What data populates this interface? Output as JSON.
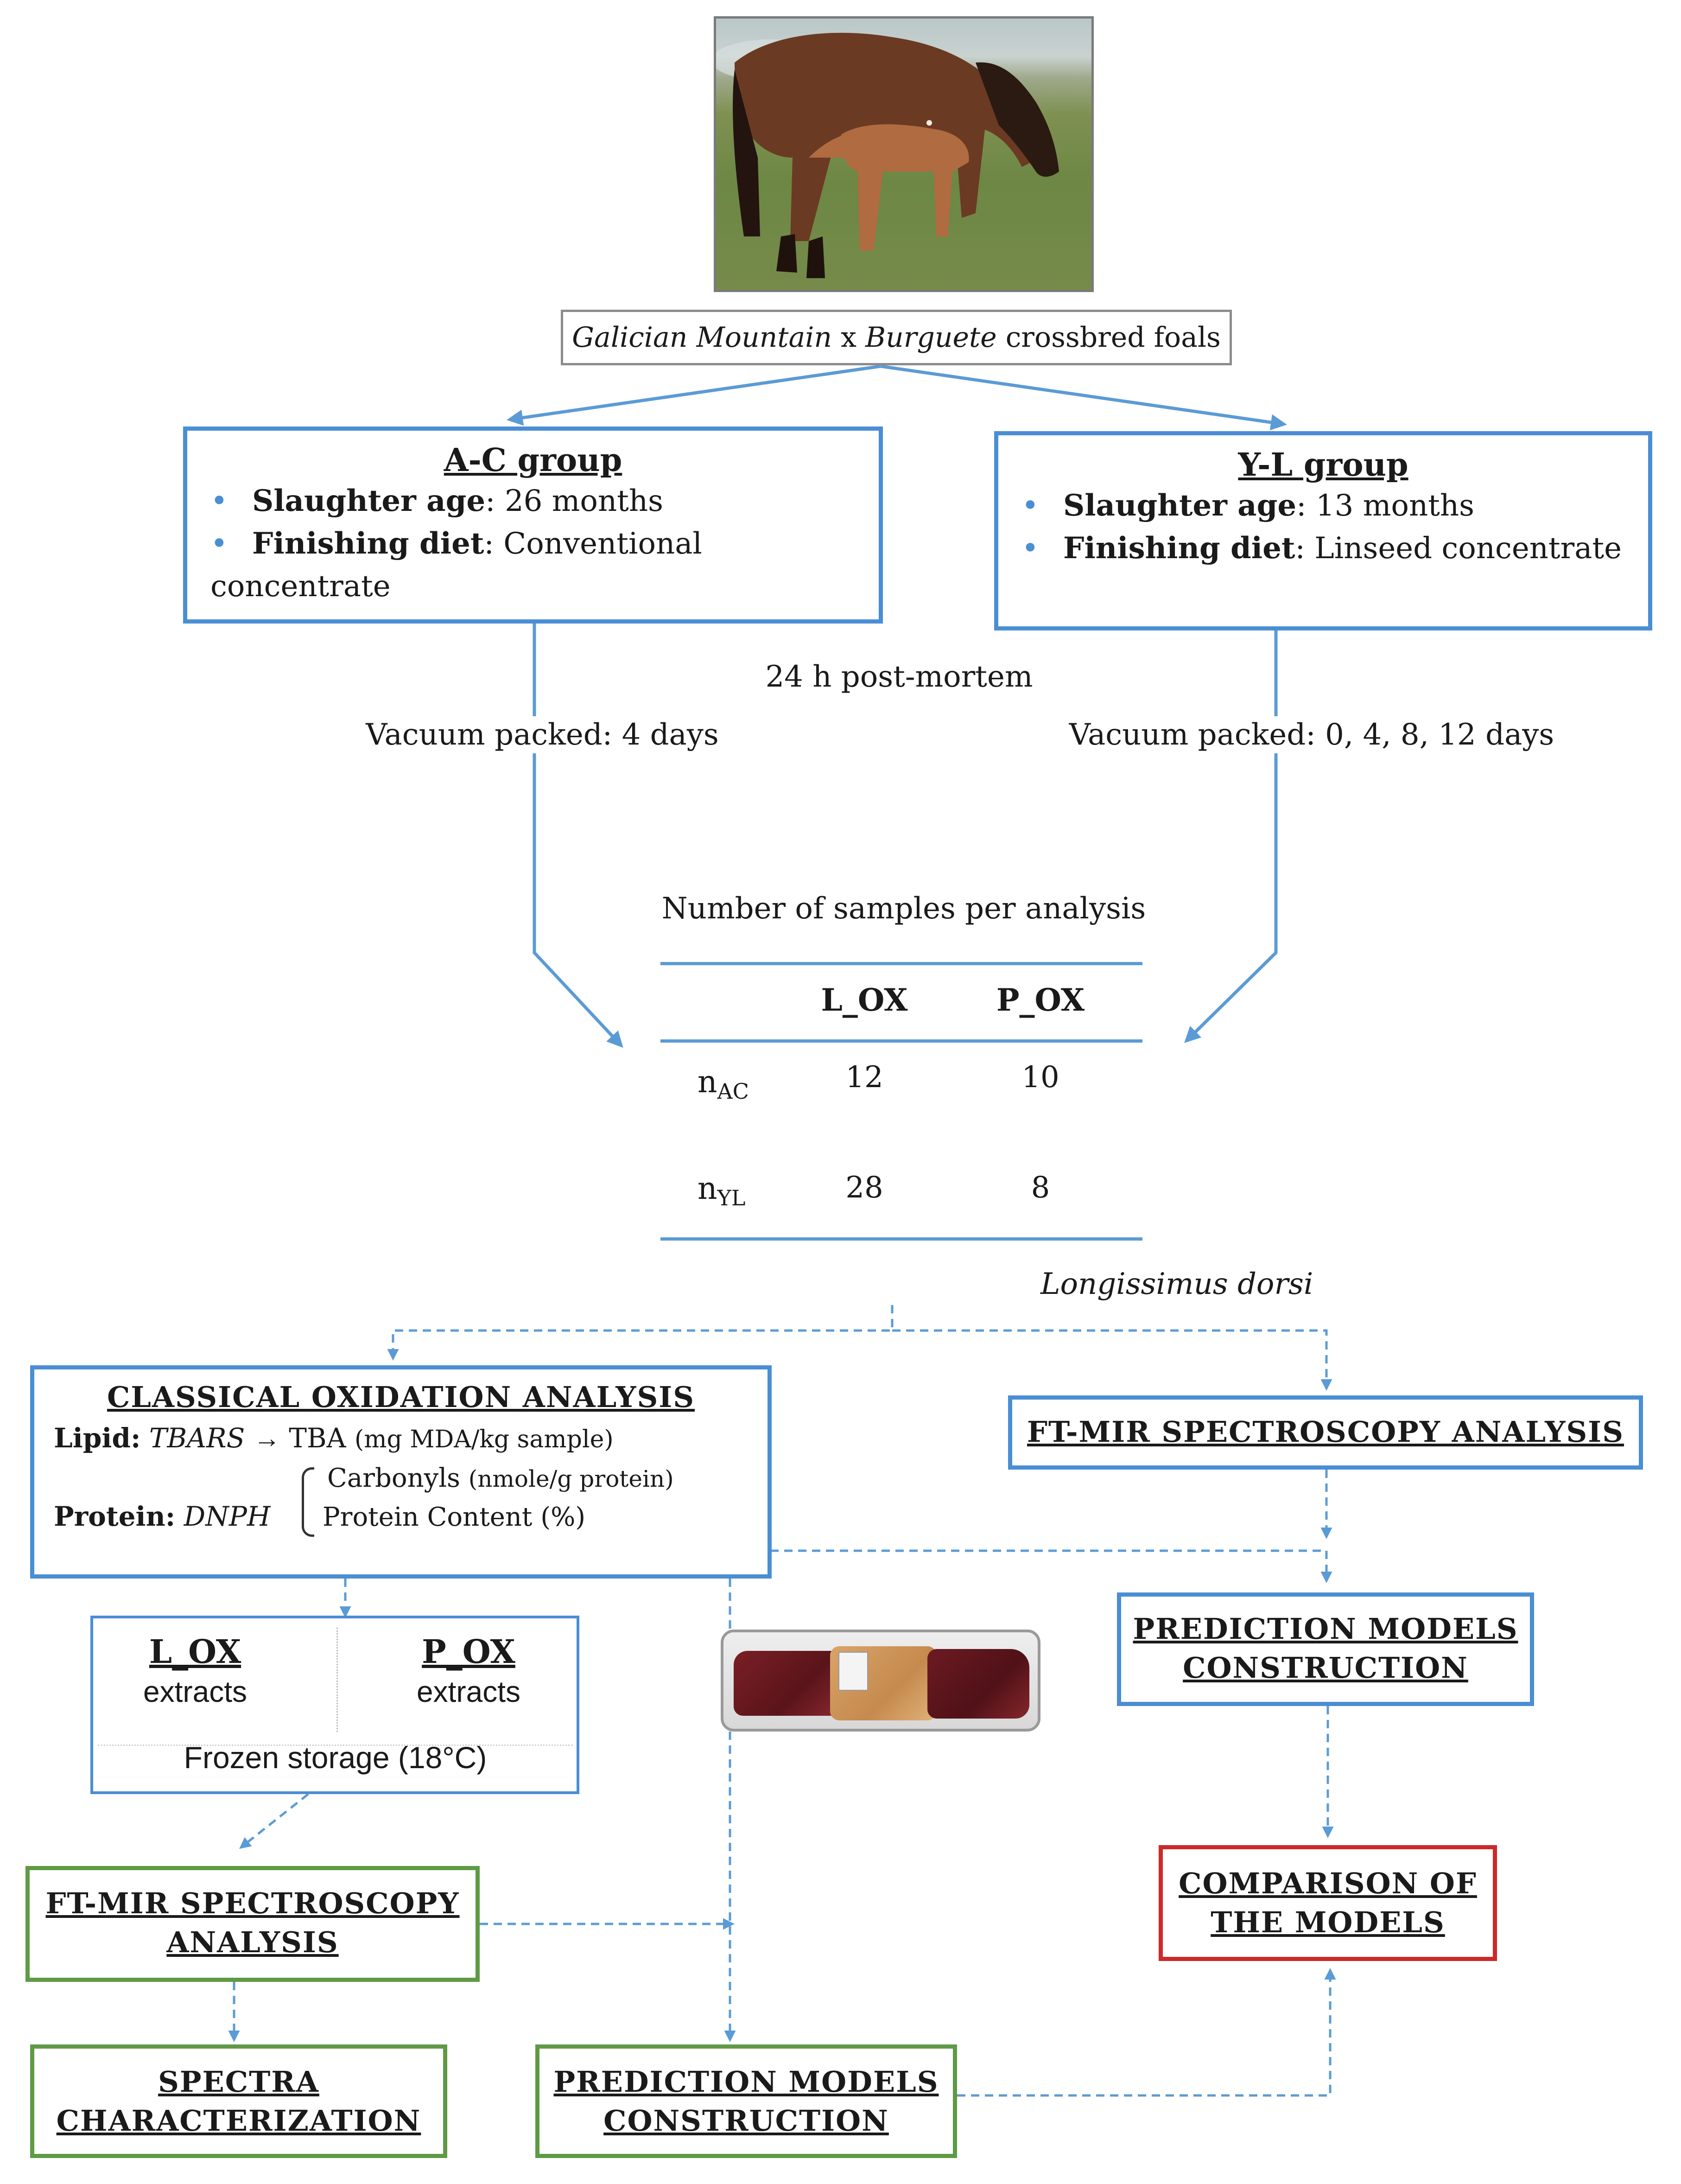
{
  "header": {
    "photo_icon": "mare-and-foal-photo",
    "breed_italic_a": "Galician Mountain",
    "breed_x": " x ",
    "breed_italic_b": "Burguete",
    "breed_rest": " crossbred foals"
  },
  "groups": {
    "ac": {
      "title": "A-C group",
      "age_label": "Slaughter age",
      "age_value": ": 26 months",
      "diet_label": "Finishing diet",
      "diet_value": ": Conventional concentrate",
      "vacuum": "Vacuum packed: 4 days"
    },
    "yl": {
      "title": "Y-L group",
      "age_label": "Slaughter age",
      "age_value": ": 13 months",
      "diet_label": "Finishing diet",
      "diet_value": ": Linseed concentrate",
      "vacuum": "Vacuum packed: 0, 4, 8, 12 days"
    },
    "postmortem": "24 h post-mortem"
  },
  "samples_table": {
    "title": "Number of samples per analysis",
    "headers": [
      "L_OX",
      "P_OX"
    ],
    "rows": [
      {
        "label_main": "n",
        "label_sub": "AC",
        "values": [
          "12",
          "10"
        ]
      },
      {
        "label_main": "n",
        "label_sub": "YL",
        "values": [
          "28",
          "8"
        ]
      }
    ]
  },
  "muscle": "Longissimus dorsi",
  "classical": {
    "title": "CLASSICAL OXIDATION ANALYSIS",
    "lipid_label": "Lipid:",
    "lipid_method": "TBARS",
    "lipid_arrow": "→",
    "lipid_result": "TBA",
    "lipid_unit": "(mg MDA/kg sample)",
    "protein_label": "Protein:",
    "protein_method": "DNPH",
    "protein_item1": "Carbonyls",
    "protein_item1_unit": "(nmole/g protein)",
    "protein_item2": "Protein Content (%)"
  },
  "extracts": {
    "l_title": "L_OX",
    "l_sub": "extracts",
    "p_title": "P_OX",
    "p_sub": "extracts",
    "storage": "Frozen storage (18°C)"
  },
  "right_branch": {
    "ftmir": "FT-MIR SPECTROSCOPY ANALYSIS",
    "prediction_line1": "PREDICTION MODELS",
    "prediction_line2": "CONSTRUCTION",
    "comparison_line1": "COMPARISON OF",
    "comparison_line2": "THE MODELS"
  },
  "left_branch": {
    "ftmir_line1": "FT-MIR SPECTROSCOPY",
    "ftmir_line2": "ANALYSIS",
    "spectra_line1": "SPECTRA",
    "spectra_line2": "CHARACTERIZATION",
    "prediction_line1": "PREDICTION MODELS",
    "prediction_line2": "CONSTRUCTION"
  },
  "meat_photo_icon": "vacuum-packed-meat-photo",
  "colors": {
    "blue": "#4a8ed4",
    "green": "#5f9a45",
    "red": "#cc2a2a",
    "arrow": "#5b9bd5"
  }
}
